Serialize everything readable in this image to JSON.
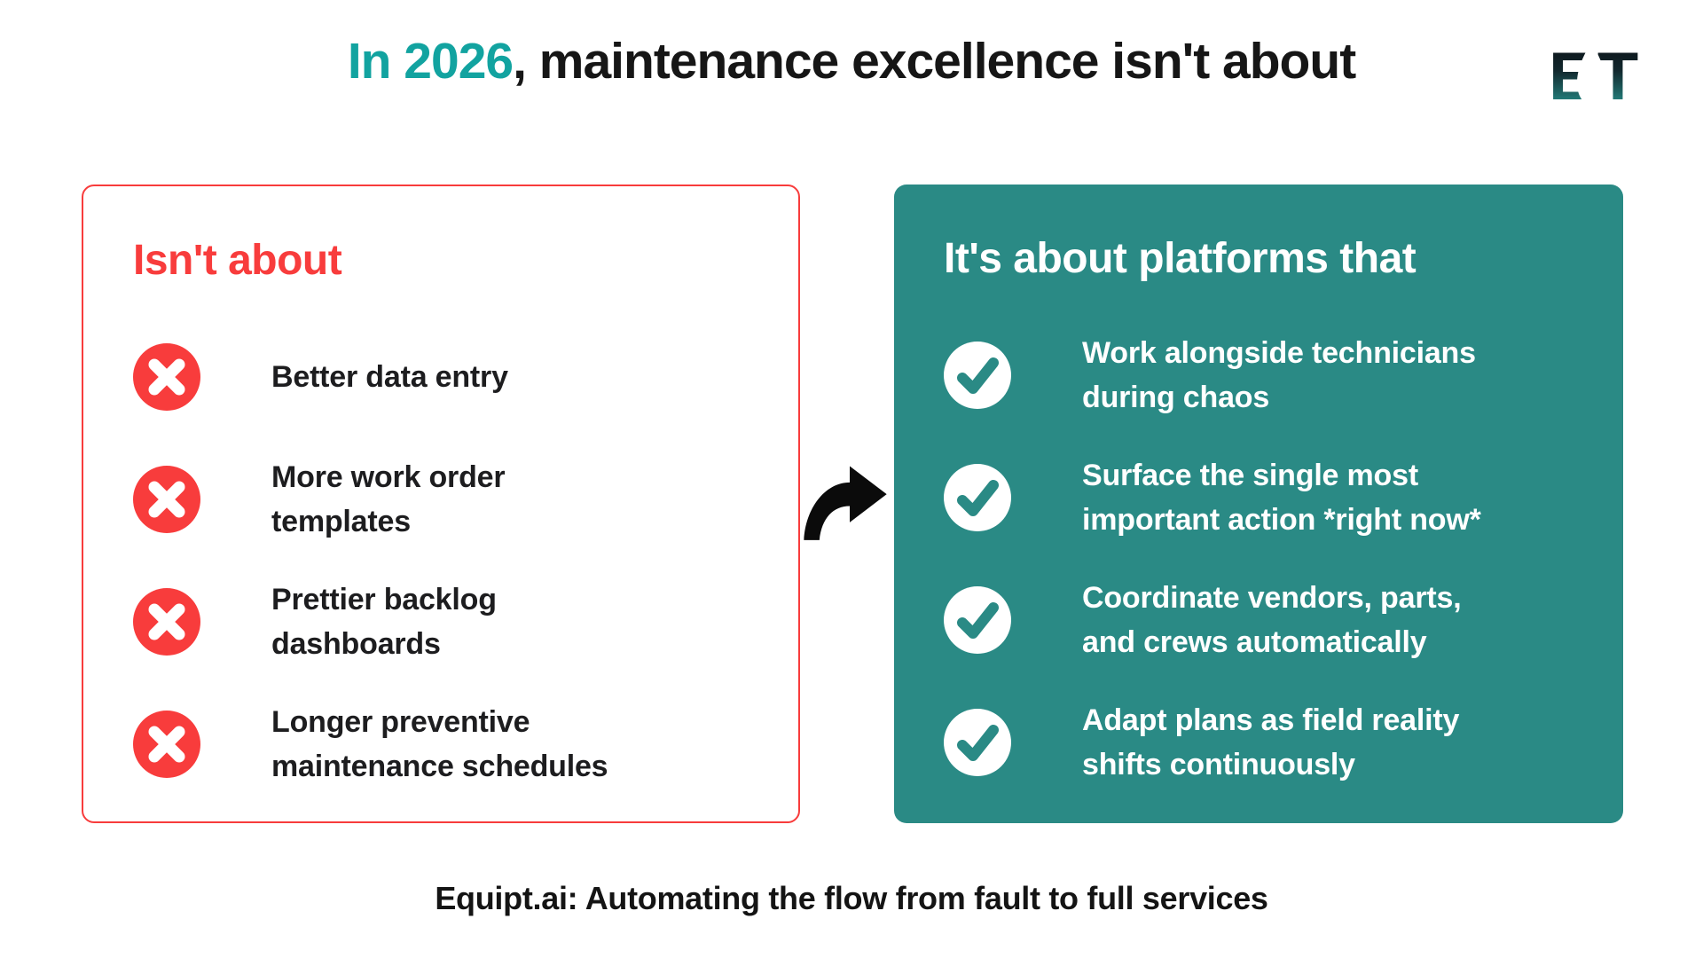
{
  "title": {
    "highlight": "In 2026",
    "rest": ", maintenance excellence isn't about"
  },
  "logo": {
    "text": "ET"
  },
  "left_card": {
    "heading": "Isn't about",
    "icon": "x-circle-icon",
    "items": [
      {
        "lines": [
          "Better data entry"
        ]
      },
      {
        "lines": [
          "More work order",
          "templates"
        ]
      },
      {
        "lines": [
          "Prettier backlog",
          "dashboards"
        ]
      },
      {
        "lines": [
          "Longer preventive",
          "maintenance schedules"
        ]
      }
    ]
  },
  "right_card": {
    "heading": "It's about platforms that",
    "icon": "check-circle-icon",
    "items": [
      {
        "lines": [
          "Work alongside technicians",
          "during chaos"
        ]
      },
      {
        "lines": [
          "Surface the single most",
          "important action *right now*"
        ]
      },
      {
        "lines": [
          "Coordinate vendors, parts,",
          "and crews automatically"
        ]
      },
      {
        "lines": [
          "Adapt plans as field reality",
          "shifts continuously"
        ]
      }
    ]
  },
  "footer": {
    "text": "Equipt.ai: Automating the flow from fault to full services"
  },
  "icons": {
    "middle": "curved-arrow-icon",
    "brand": "brand-logo-et"
  },
  "colors": {
    "teal_card": "#2A8A85",
    "title_accent": "#12A3A0",
    "red": "#F83C3C",
    "dark_text": "#161616",
    "white": "#FFFFFF",
    "arrow_black": "#0B0B0B",
    "logo_gradient_top": "#0B0E13",
    "logo_gradient_bottom": "#2AA39B"
  }
}
